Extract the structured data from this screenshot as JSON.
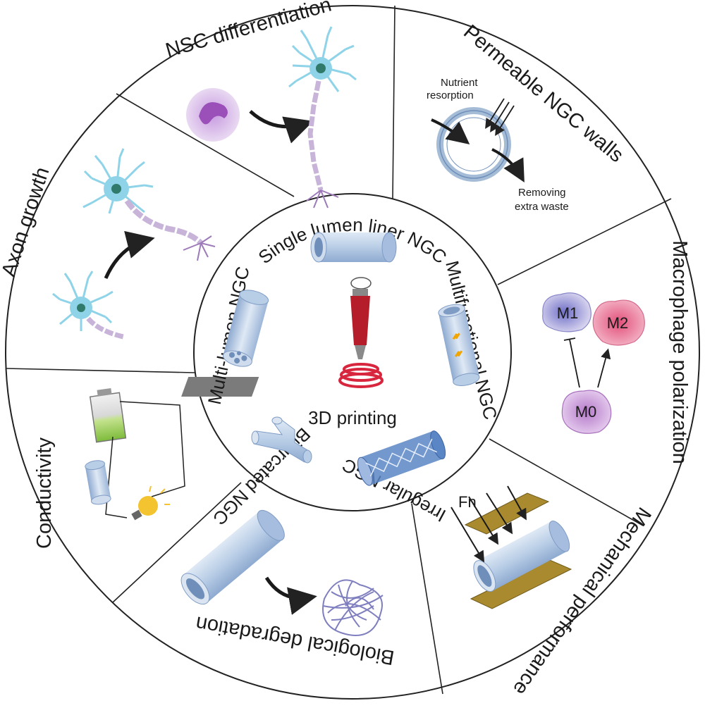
{
  "center": {
    "label": "3D printing"
  },
  "inner_ring": {
    "single_lumen": "Single lumen liner NGC",
    "multifunctional": "Multifunctional NGC",
    "irregular": "Irregular NGC",
    "bifurcated": "Bifurcated NGC",
    "multi_lumen": "Multi-lumen NGC"
  },
  "outer_ring": {
    "nsc": "NSC differentiation",
    "permeable": "Permeable NGC walls",
    "macrophage": "Macrophage polarization",
    "mechanical": "Mechanical performance",
    "degradation": "Biological degradation",
    "conductivity": "Conductivity",
    "axon": "Axon growth"
  },
  "permeable_detail": {
    "nutrient_line1": "Nutrient",
    "nutrient_line2": "resorption",
    "waste_line1": "Removing",
    "waste_line2": "extra waste"
  },
  "macrophage_detail": {
    "m1": "M1",
    "m2": "M2",
    "m0": "M0"
  },
  "mechanical_detail": {
    "force": "Fn"
  },
  "colors": {
    "tube": "#b8cde6",
    "tube_dark": "#7f9cc4",
    "neuron": "#8fd3e8",
    "axon": "#c8b3d9",
    "m2": "#e2507a",
    "m0": "#b57ac9",
    "plate": "#a98a2e"
  }
}
